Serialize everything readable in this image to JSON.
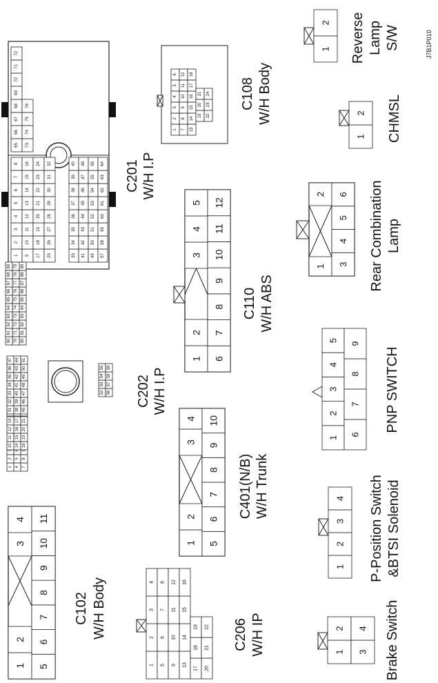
{
  "reference": "J7B1P010",
  "connectors": {
    "C201": {
      "code": "C201",
      "desc": "W/H I.P"
    },
    "C108": {
      "code": "C108",
      "desc": "W/H Body"
    },
    "C202": {
      "code": "C202",
      "desc": "W/H I.P"
    },
    "C110": {
      "code": "C110",
      "desc": "W/H ABS",
      "pins_row1": [
        "1",
        "2",
        "",
        "3",
        "4",
        "5"
      ],
      "pins_row2": [
        "6",
        "7",
        "8",
        "9",
        "10",
        "11",
        "12"
      ]
    },
    "C401": {
      "code": "C401(N/B)",
      "desc": "W/H Trunk",
      "pins_row1": [
        "1",
        "2",
        "",
        "3",
        "4"
      ],
      "pins_row2": [
        "5",
        "6",
        "7",
        "8",
        "9",
        "10"
      ]
    },
    "C102": {
      "code": "C102",
      "desc": "W/H Body",
      "pins_row1": [
        "1",
        "2",
        "",
        "3",
        "4"
      ],
      "pins_row2": [
        "5",
        "6",
        "7",
        "8",
        "9",
        "10",
        "11"
      ]
    },
    "C206": {
      "code": "C206",
      "desc": "W/H IP"
    },
    "reverse_lamp": {
      "line1": "Reverse",
      "line2": "Lamp",
      "line3": "S/W",
      "pins": [
        "1",
        "2"
      ]
    },
    "chmsl": {
      "label": "CHMSL",
      "pins": [
        "1",
        "2"
      ]
    },
    "rear_combination": {
      "line1": "Rear Combination",
      "line2": "Lamp",
      "pins_row1": [
        "1",
        "",
        "2"
      ],
      "pins_row2": [
        "3",
        "4",
        "5",
        "6"
      ]
    },
    "pnp_switch": {
      "label": "PNP SWITCH",
      "pins_row1": [
        "1",
        "2",
        "3",
        "4",
        "5"
      ],
      "pins_row2": [
        "6",
        "7",
        "8",
        "9"
      ]
    },
    "p_position": {
      "line1": "P-Position Switch",
      "line2": "&BTSI Solenoid",
      "pins": [
        "1",
        "2",
        "3",
        "4"
      ]
    },
    "brake_switch": {
      "label": "Brake Switch",
      "pins_row1": [
        "1",
        "2"
      ],
      "pins_row2": [
        "3",
        "4"
      ]
    }
  }
}
